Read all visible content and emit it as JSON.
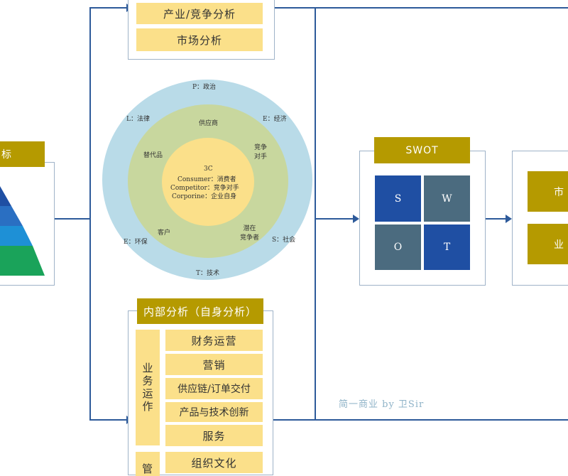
{
  "left_panel": {
    "title_partial": "标"
  },
  "external": {
    "items": [
      "产业/竞争分析",
      "市场分析"
    ]
  },
  "pest_circle": {
    "outer": {
      "p": "P：政治",
      "l": "L：法律",
      "e_econ": "E：经济",
      "e_env": "E：环保",
      "s": "S：社会",
      "t": "T：技术"
    },
    "middle": {
      "supplier": "供应商",
      "substitute": "替代品",
      "competitor": "竞争\n对手",
      "customer": "客户",
      "potential": "潜在\n竞争者"
    },
    "inner": {
      "title": "3C",
      "line1": "Consumer：消费者",
      "line2": "Competitor：竞争对手",
      "line3": "Corporine：企业自身"
    }
  },
  "internal": {
    "header": "内部分析（自身分析）",
    "group1": "业务运作",
    "group1_items": [
      "财务运营",
      "营销",
      "供应链/订单交付",
      "产品与技术创新",
      "服务"
    ],
    "group2_partial": "管",
    "group2_items": [
      "组织文化"
    ]
  },
  "swot": {
    "title": "SWOT",
    "cells": [
      "S",
      "W",
      "O",
      "T"
    ]
  },
  "right_panel": {
    "item1_partial": "市",
    "item2_partial": "业"
  },
  "watermark": "简一商业 by 卫Sir",
  "colors": {
    "line": "#2d5a9a",
    "gold": "#b59a00",
    "cell": "#fbe08a",
    "outer_ring": "#b9dbe8",
    "middle_ring": "#c8d79e",
    "inner_ring": "#fbe08a",
    "swot_blue": "#1f4fa3",
    "swot_slate": "#4b6b7f"
  }
}
